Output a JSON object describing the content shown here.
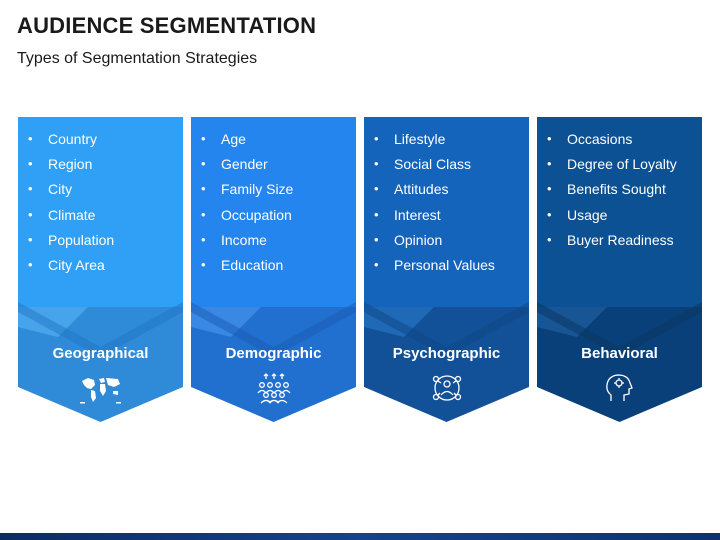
{
  "title": "AUDIENCE SEGMENTATION",
  "subtitle": "Types of Segmentation Strategies",
  "columns": [
    {
      "label": "Geographical",
      "icon": "world-map-icon",
      "color_top": "#2f9ef5",
      "color_bottom": "#2f86d8",
      "items": [
        "Country",
        "Region",
        "City",
        "Climate",
        "Population",
        "City Area"
      ]
    },
    {
      "label": "Demographic",
      "icon": "people-group-icon",
      "color_top": "#2583ee",
      "color_bottom": "#216dcc",
      "items": [
        "Age",
        "Gender",
        "Family Size",
        "Occupation",
        "Income",
        "Education"
      ]
    },
    {
      "label": "Psychographic",
      "icon": "mind-personality-icon",
      "color_top": "#1363b9",
      "color_bottom": "#124f96",
      "items": [
        "Lifestyle",
        "Social Class",
        "Attitudes",
        "Interest",
        "Opinion",
        "Personal Values"
      ]
    },
    {
      "label": "Behavioral",
      "icon": "head-thinking-icon",
      "color_top": "#0c4f91",
      "color_bottom": "#0a3f78",
      "items": [
        "Occasions",
        "Degree of Loyalty",
        "Benefits Sought",
        "Usage",
        "Buyer Readiness"
      ]
    }
  ],
  "bullet": "•"
}
